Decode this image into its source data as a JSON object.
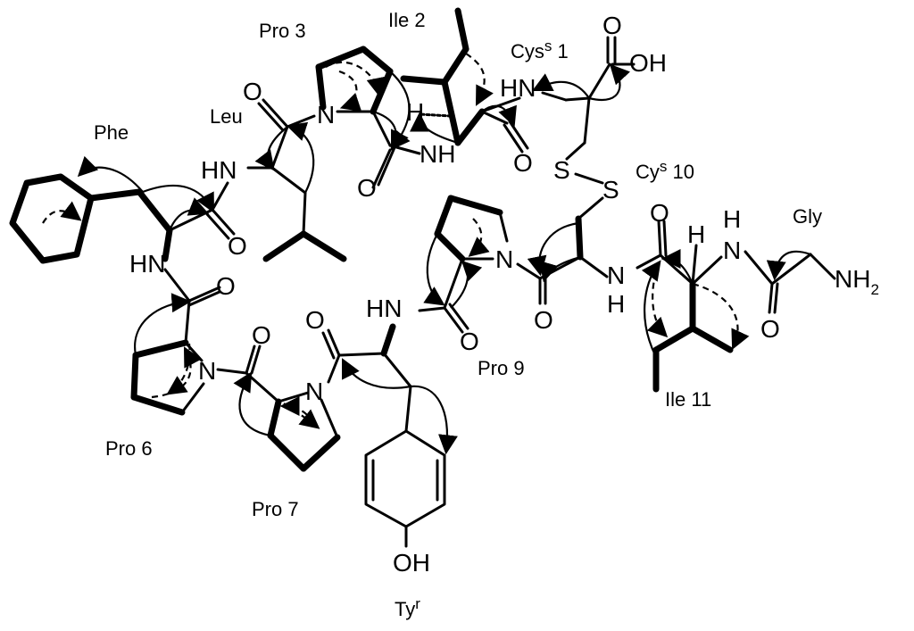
{
  "residues": {
    "cys1": {
      "name": "Cys",
      "sup": "s",
      "num": " 1"
    },
    "ile2": "Ile 2",
    "pro3": "Pro 3",
    "leu": "Leu",
    "phe": "Phe",
    "pro6": "Pro 6",
    "pro7": "Pro 7",
    "tyr": {
      "name": "Ty",
      "sup": "r"
    },
    "pro9": "Pro 9",
    "cys10": {
      "name": "Cy",
      "sup": "s",
      "num": " 10"
    },
    "ile11": "Ile 11",
    "gly": "Gly"
  },
  "atoms": {
    "O": "O",
    "N": "N",
    "S": "S",
    "H": "H",
    "HN": "HN",
    "NH": "NH",
    "OH": "OH",
    "NH2_main": "NH",
    "NH2_sub": "2"
  }
}
